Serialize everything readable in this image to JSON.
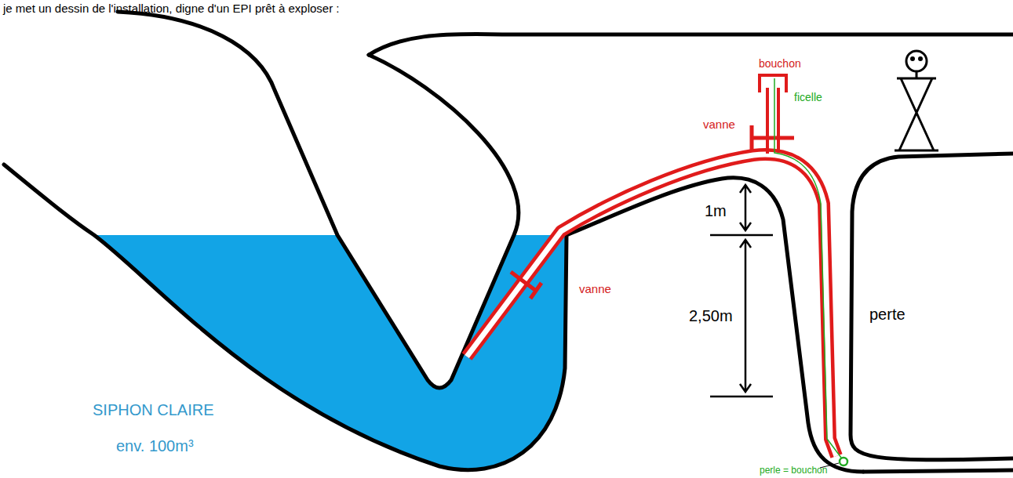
{
  "diagram": {
    "labels": [
      "je met un dessin de l'installation, digne d'un EPI prêt à exploser :",
      "bouchon",
      "ficelle",
      "vanne",
      "vanne",
      "1m",
      "2,50m",
      "perte",
      "SIPHON CLAIRE",
      "env. 100m³",
      "perle = bouchon"
    ]
  }
}
